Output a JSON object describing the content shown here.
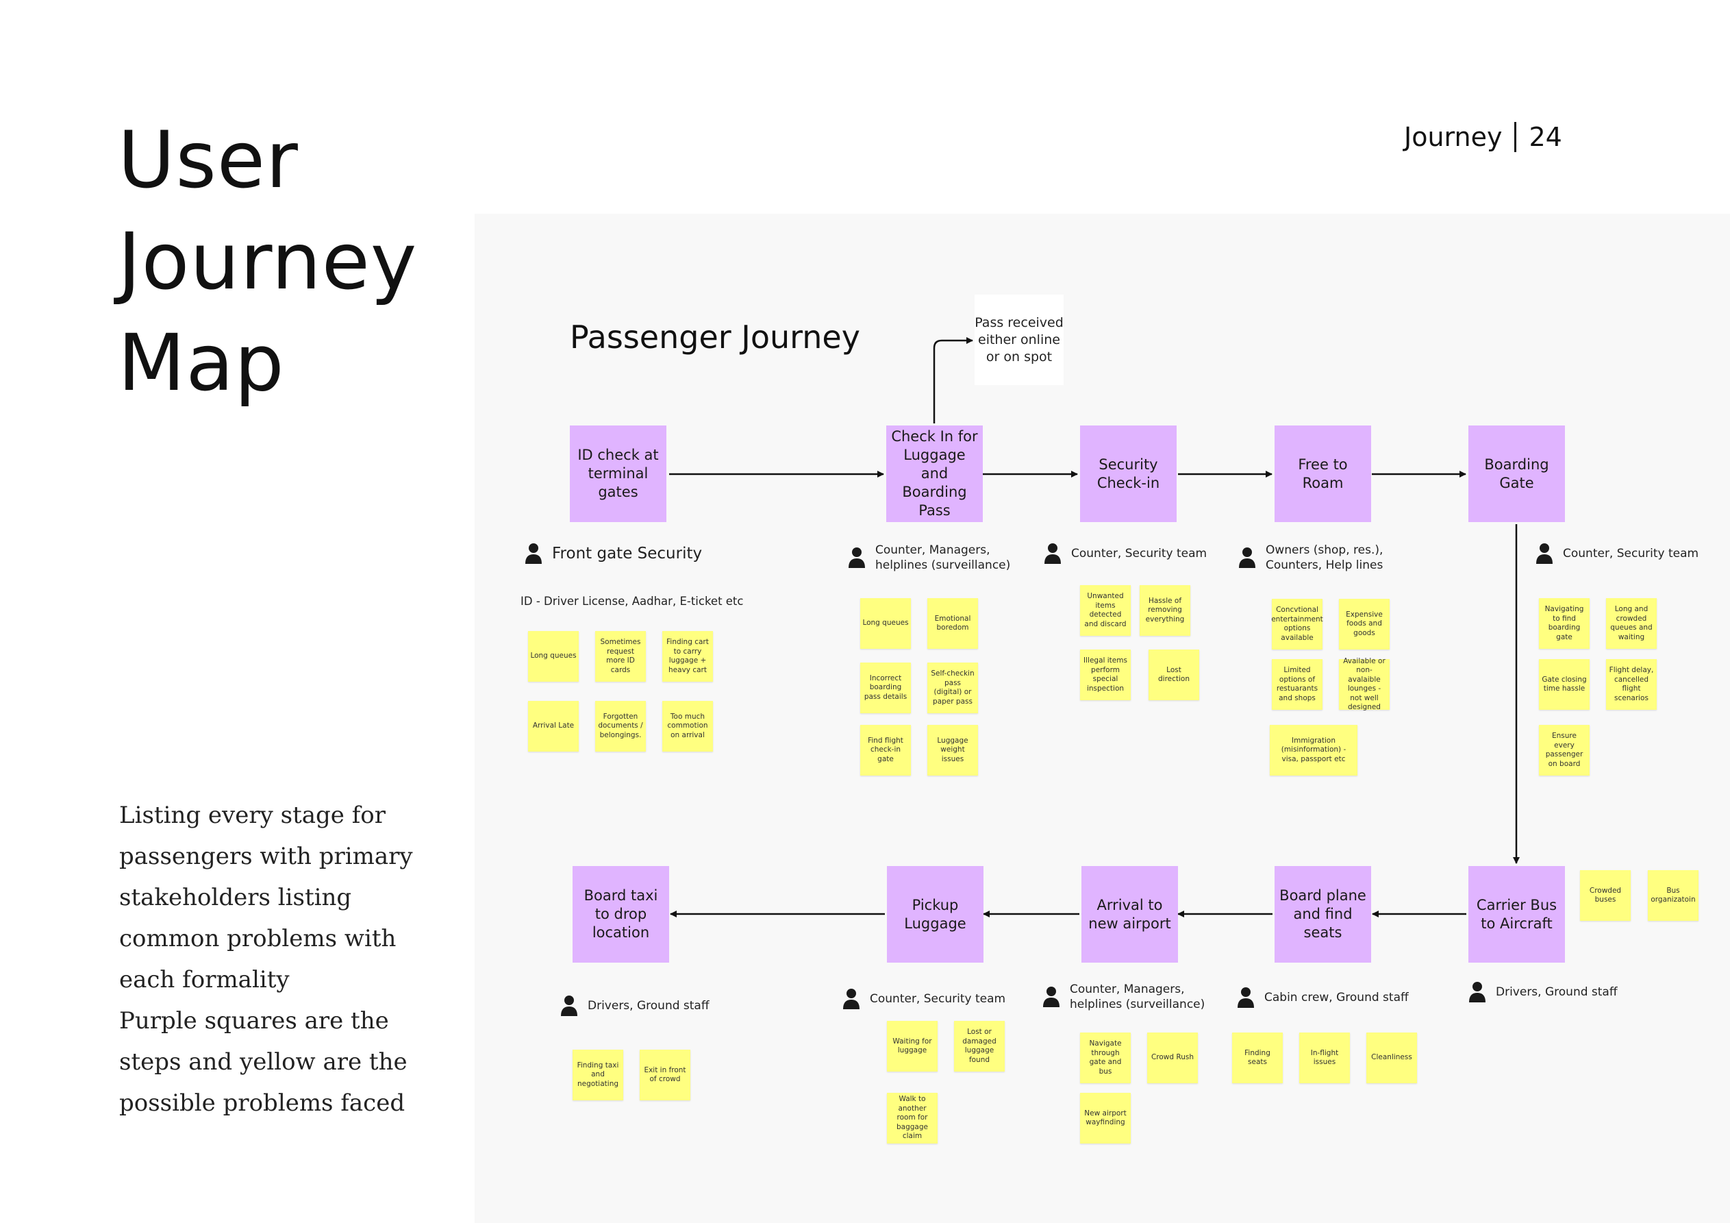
{
  "title_lines": [
    "User",
    "Journey",
    "Map"
  ],
  "page_header": {
    "section": "Journey",
    "page": "24"
  },
  "description_lines": [
    "Listing every stage for",
    "passengers with primary",
    "stakeholders listing",
    "common problems with",
    "each formality",
    "Purple squares are the",
    "steps and yellow are the",
    "possible problems faced"
  ],
  "board": {
    "heading": "Passenger Journey",
    "pass_note": "Pass received either online or on spot",
    "id_text": "ID - Driver License, Aadhar, E-ticket etc",
    "steps": [
      "ID check at terminal gates",
      "Check In for Luggage and Boarding Pass",
      "Security Check-in",
      "Free to Roam",
      "Boarding Gate",
      "Carrier Bus to Aircraft",
      "Board plane and find seats",
      "Arrival to new airport",
      "Pickup Luggage",
      "Board taxi to drop location"
    ],
    "stakeholders": [
      "Front gate Security",
      "Counter, Managers, helplines (surveillance)",
      "Counter, Security team",
      "Owners (shop, res.), Counters, Help lines",
      "Counter, Security team",
      "Drivers, Ground staff",
      "Cabin crew, Ground staff",
      "Counter, Managers, helplines (surveillance)",
      "Counter, Security team",
      "Drivers, Ground staff"
    ],
    "problems": {
      "id_check": [
        "Long queues",
        "Sometimes request more ID cards",
        "Finding cart to carry luggage + heavy cart",
        "Arrival Late",
        "Forgotten documents / belongings.",
        "Too much commotion on arrival"
      ],
      "check_in": [
        "Long queues",
        "Emotional boredom",
        "Incorrect boarding pass details",
        "Self-checkin pass (digital) or paper pass",
        "Find flight check-in gate",
        "Luggage weight issues"
      ],
      "security": [
        "Unwanted items detected and discard",
        "Hassle of removing everything",
        "Illegal items perform special inspection",
        "Lost direction"
      ],
      "free_roam": [
        "Concvtional entertainment options available",
        "Expensive foods and goods",
        "Limited options of restuarants and shops",
        "Available or non-avalaible lounges - not well designed",
        "Immigration (misinformation) - visa, passport etc"
      ],
      "boarding_gate": [
        "Navigating to find boarding gate",
        "Long and crowded queues and waiting",
        "Gate closing time hassle",
        "Flight delay, cancelled flight scenarios",
        "Ensure every passenger on board"
      ],
      "carrier_bus": [
        "Crowded buses",
        "Bus organizatoin"
      ],
      "board_plane": [
        "Finding seats",
        "In-flight issues",
        "Cleanliness"
      ],
      "arrival": [
        "Navigate through gate and bus",
        "Crowd Rush",
        "New airport wayfinding"
      ],
      "pickup": [
        "Waiting for luggage",
        "Lost or damaged luggage found",
        "Walk to another room for baggage claim"
      ],
      "taxi": [
        "Finding taxi and negotiating",
        "Exit in front of crowd"
      ]
    }
  }
}
